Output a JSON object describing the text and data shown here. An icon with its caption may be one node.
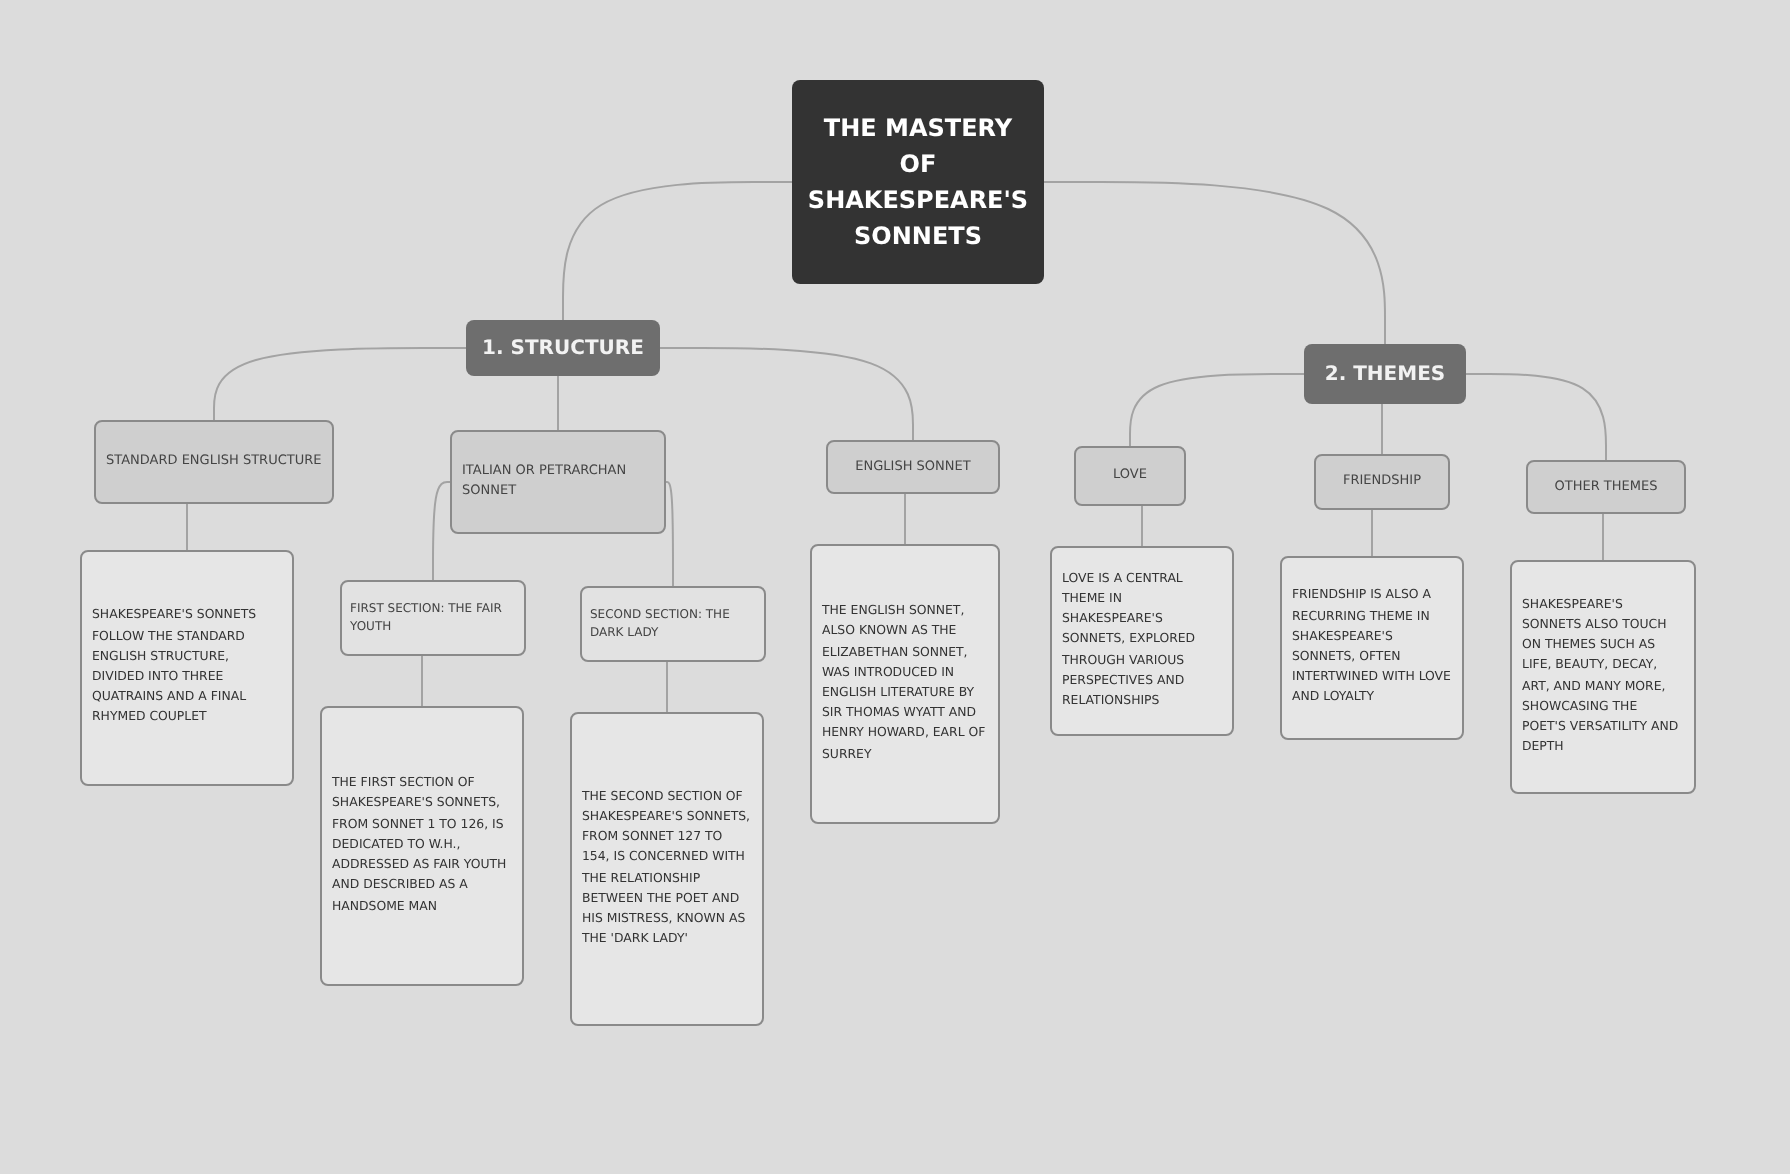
{
  "diagram": {
    "nodes": [
      {
        "text": [
          "THE MASTERY OF SHAKESPEARE'S SONNETS"
        ]
      },
      {
        "text": [
          "1. STRUCTURE"
        ]
      },
      {
        "text": [
          "2. THEMES"
        ]
      },
      {
        "text": [
          "STANDARD ENGLISH STRUCTURE"
        ]
      },
      {
        "text": [
          "ITALIAN OR PETRARCHAN SONNET"
        ]
      },
      {
        "text": [
          "ENGLISH SONNET"
        ]
      },
      {
        "text": [
          "LOVE"
        ]
      },
      {
        "text": [
          "FRIENDSHIP"
        ]
      },
      {
        "text": [
          "OTHER THEMES"
        ]
      },
      {
        "text": [
          "SHAKESPEARE'S SONNETS FOLLOW THE STANDARD ENGLISH STRUCTURE, DIVIDED INTO THREE QUATRAINS AND A FINAL RHYMED COUPLET"
        ]
      },
      {
        "text": [
          "FIRST SECTION: THE FAIR YOUTH"
        ]
      },
      {
        "text": [
          "SECOND SECTION: THE DARK LADY"
        ]
      },
      {
        "text": [
          "THE ENGLISH SONNET, ALSO KNOWN AS THE ELIZABETHAN SONNET, WAS INTRODUCED IN ENGLISH LITERATURE BY SIR THOMAS WYATT AND HENRY HOWARD, EARL OF SURREY"
        ]
      },
      {
        "text": [
          "LOVE IS A CENTRAL THEME IN SHAKESPEARE'S SONNETS, EXPLORED THROUGH VARIOUS PERSPECTIVES AND RELATIONSHIPS"
        ]
      },
      {
        "text": [
          "FRIENDSHIP IS ALSO A RECURRING THEME IN SHAKESPEARE'S SONNETS, OFTEN INTERTWINED WITH LOVE AND LOYALTY"
        ]
      },
      {
        "text": [
          "SHAKESPEARE'S SONNETS ALSO TOUCH ON THEMES SUCH AS LIFE, BEAUTY, DECAY, ART, AND MANY MORE, SHOWCASING THE POET'S VERSATILITY AND DEPTH"
        ]
      },
      {
        "text": [
          "THE FIRST SECTION OF SHAKESPEARE'S SONNETS, FROM SONNET 1 TO 126, IS DEDICATED TO W.H., ADDRESSED AS FAIR YOUTH AND DESCRIBED AS A HANDSOME MAN"
        ]
      },
      {
        "text": [
          "THE SECOND SECTION OF SHAKESPEARE'S SONNETS, FROM SONNET 127 TO 154, IS CONCERNED WITH THE RELATIONSHIP BETWEEN THE POET AND HIS MISTRESS, KNOWN AS THE 'DARK LADY'"
        ]
      }
    ],
    "edges": [
      {
        "from": 0,
        "to": 1,
        "arrow": "none"
      },
      {
        "from": 0,
        "to": 2,
        "arrow": "none"
      },
      {
        "from": 1,
        "to": 3,
        "arrow": "none"
      },
      {
        "from": 1,
        "to": 4,
        "arrow": "none"
      },
      {
        "from": 1,
        "to": 5,
        "arrow": "none"
      },
      {
        "from": 2,
        "to": 6,
        "arrow": "none"
      },
      {
        "from": 2,
        "to": 7,
        "arrow": "none"
      },
      {
        "from": 2,
        "to": 8,
        "arrow": "none"
      },
      {
        "from": 3,
        "to": 9,
        "arrow": "none"
      },
      {
        "from": 4,
        "to": 10,
        "arrow": "none"
      },
      {
        "from": 4,
        "to": 11,
        "arrow": "none"
      },
      {
        "from": 5,
        "to": 12,
        "arrow": "none"
      },
      {
        "from": 6,
        "to": 13,
        "arrow": "none"
      },
      {
        "from": 7,
        "to": 14,
        "arrow": "none"
      },
      {
        "from": 8,
        "to": 15,
        "arrow": "none"
      },
      {
        "from": 10,
        "to": 16,
        "arrow": "none"
      },
      {
        "from": 11,
        "to": 17,
        "arrow": "none"
      }
    ]
  }
}
